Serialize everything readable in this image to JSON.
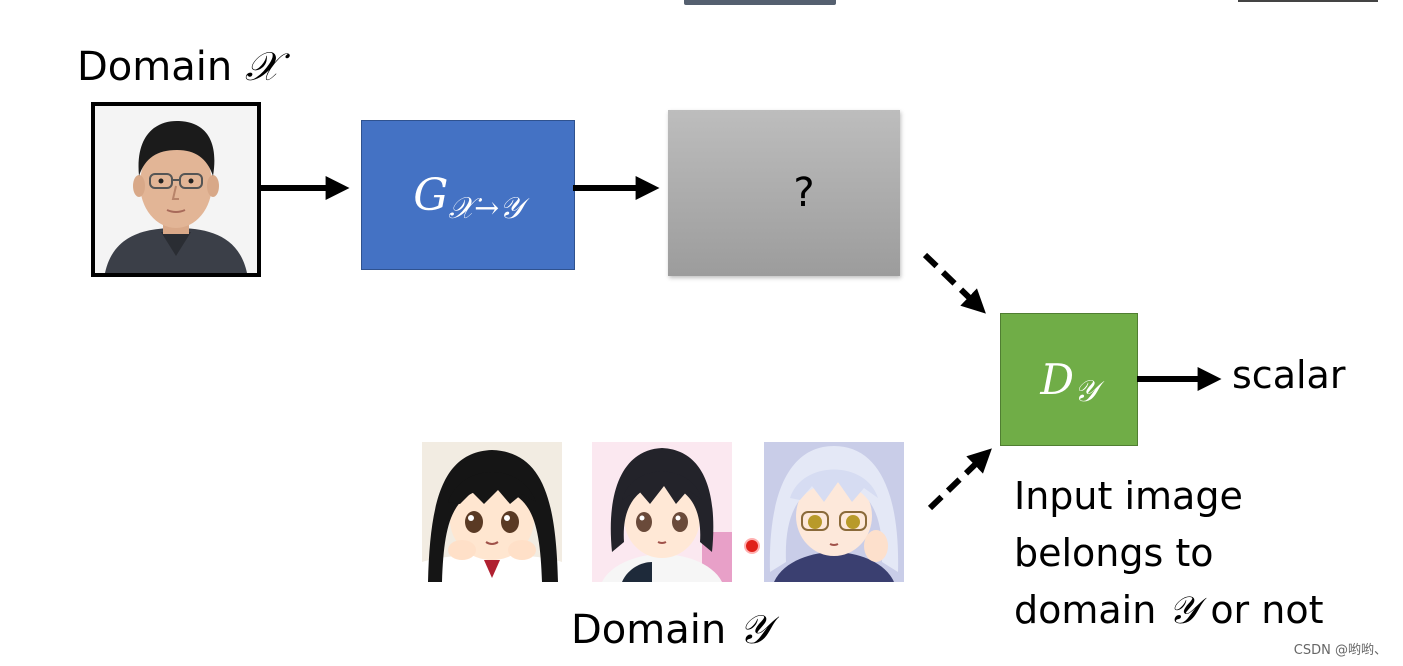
{
  "labels": {
    "domain_x_word": "Domain",
    "domain_x_symbol": "𝒳",
    "domain_y_word": "Domain",
    "domain_y_symbol": "𝒴"
  },
  "generator": {
    "base": "G",
    "subscript": "𝒳→𝒴"
  },
  "unknown_output": {
    "text": "?"
  },
  "discriminator": {
    "base": "D",
    "subscript": "𝒴"
  },
  "scalar_label": "scalar",
  "caption": {
    "line1": "Input image",
    "line2": "belongs to",
    "line3_word": "domain",
    "line3_symbol": "𝒴",
    "line3_tail": "or not"
  },
  "watermark": "CSDN @哟哟、",
  "colors": {
    "generator_box": "#4472c4",
    "discriminator_box": "#70ad47",
    "unknown_box": "#aaaaaa",
    "arrow": "#000000"
  }
}
